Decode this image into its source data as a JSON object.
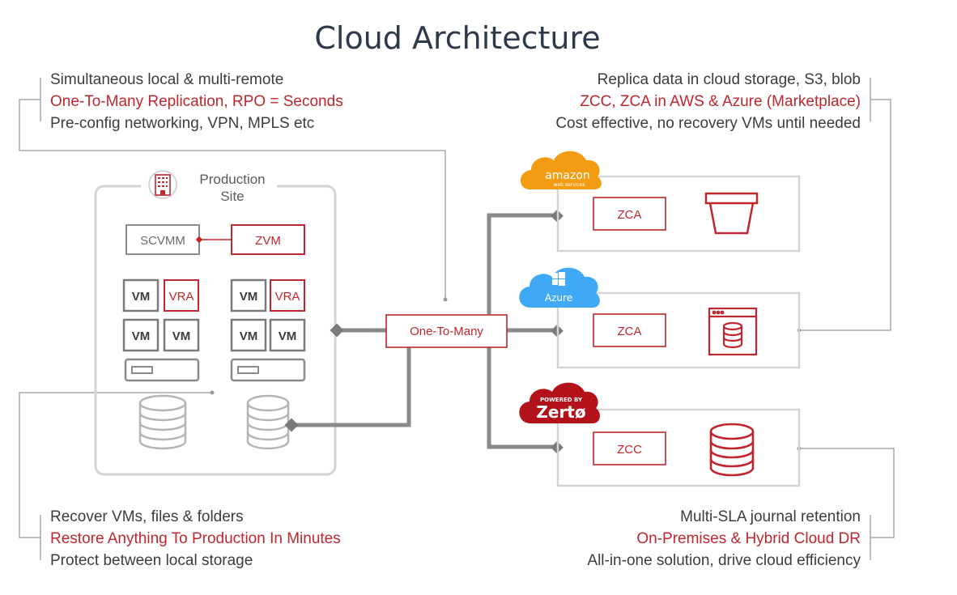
{
  "title": "Cloud Architecture",
  "notes": {
    "top_left": [
      "Simultaneous local & multi-remote",
      "One-To-Many Replication, RPO = Seconds",
      "Pre-config networking, VPN, MPLS etc"
    ],
    "top_right": [
      "Replica data in cloud storage, S3, blob",
      "ZCC, ZCA in AWS & Azure (Marketplace)",
      "Cost effective, no recovery VMs until needed"
    ],
    "bottom_left": [
      "Recover VMs, files & folders",
      "Restore Anything To Production In Minutes",
      "Protect between local storage"
    ],
    "bottom_right": [
      "Multi-SLA journal retention",
      "On-Premises & Hybrid Cloud DR",
      "All-in-one solution, drive cloud efficiency"
    ]
  },
  "production_site": {
    "label_line1": "Production",
    "label_line2": "Site",
    "scvmm": "SCVMM",
    "zvm": "ZVM",
    "vm": "VM",
    "vra": "VRA"
  },
  "hub": "One-To-Many",
  "targets": {
    "aws": {
      "logo_text": "amazon",
      "logo_sub": "web services",
      "node": "ZCA"
    },
    "azure": {
      "logo_text": "Azure",
      "node": "ZCA"
    },
    "zerto": {
      "logo_small": "POWERED BY",
      "logo_text": "Zertø",
      "node": "ZCC"
    }
  },
  "colors": {
    "accent": "#c0262d",
    "line": "#8a8a8a",
    "frame": "#d4d4d4",
    "aws": "#f39c12",
    "azure": "#3fa9f5",
    "zerto": "#b3121b"
  }
}
